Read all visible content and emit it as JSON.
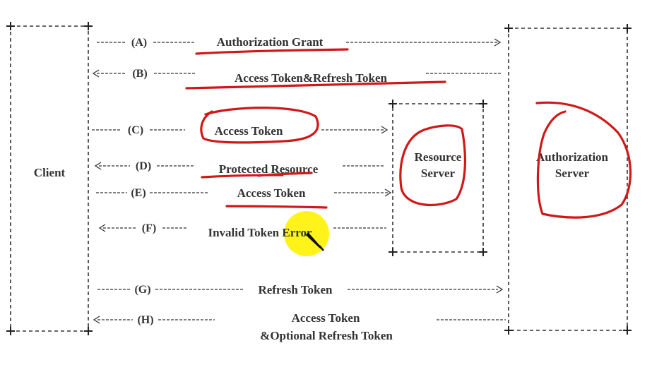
{
  "boxes": {
    "client": "Client",
    "resource_server": [
      "Resource",
      "Server"
    ],
    "authorization_server": [
      "Authorization",
      "Server"
    ]
  },
  "flows": [
    {
      "letter": "(A)",
      "label": "Authorization Grant"
    },
    {
      "letter": "(B)",
      "label": "Access Token&Refresh Token"
    },
    {
      "letter": "(C)",
      "label": "Access Token"
    },
    {
      "letter": "(D)",
      "label": "Protected Resource"
    },
    {
      "letter": "(E)",
      "label": "Access Token"
    },
    {
      "letter": "(F)",
      "label": "Invalid Token Error"
    },
    {
      "letter": "(G)",
      "label": "Refresh Token"
    },
    {
      "letter": "(H)",
      "label": [
        "Access Token",
        "&Optional Refresh Token"
      ]
    }
  ],
  "colors": {
    "line": "#333333",
    "annotation": "#d01818",
    "cursor_highlight": "#fff200"
  }
}
